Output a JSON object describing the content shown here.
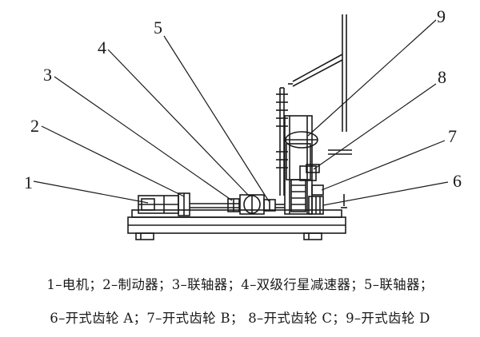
{
  "callouts": [
    "1",
    "2",
    "3",
    "4",
    "5",
    "6",
    "7",
    "8",
    "9"
  ],
  "caption": {
    "line1": "1–电机；2–制动器；3–联轴器；4–双级行星减速器；5–联轴器；",
    "line2": "6–开式齿轮 A；7–开式齿轮 B； 8–开式齿轮 C；9–开式齿轮 D"
  }
}
